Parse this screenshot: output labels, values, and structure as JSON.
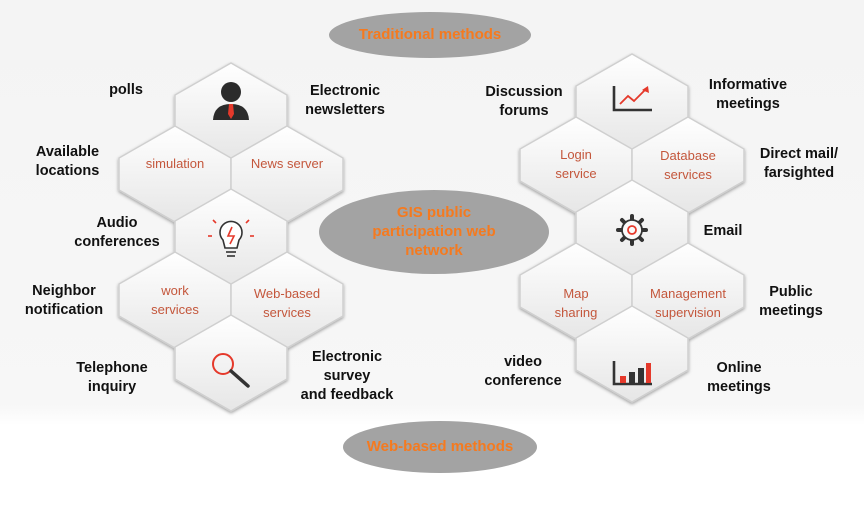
{
  "pills": {
    "top": "Traditional methods",
    "center": [
      "GIS public",
      "participation web",
      "network"
    ],
    "bottom": "Web-based methods"
  },
  "left": {
    "labels": {
      "polls": "polls",
      "electronic_newsletters": [
        "Electronic",
        "newsletters"
      ],
      "available_locations": [
        "Available",
        "locations"
      ],
      "audio_conferences": [
        "Audio",
        "conferences"
      ],
      "neighbor_notification": [
        "Neighbor",
        "notification"
      ],
      "telephone_inquiry": [
        "Telephone",
        "inquiry"
      ],
      "electronic_survey": [
        "Electronic",
        "survey",
        "and feedback"
      ]
    },
    "hex": {
      "simulation": "simulation",
      "news_server": "News server",
      "work_services": [
        "work",
        "services"
      ],
      "web_based_services": [
        "Web-based",
        "services"
      ]
    }
  },
  "right": {
    "labels": {
      "discussion_forums": [
        "Discussion",
        "forums"
      ],
      "informative_meetings": [
        "Informative",
        "meetings"
      ],
      "direct_mail": [
        "Direct mail/",
        "farsighted"
      ],
      "email": "Email",
      "public_meetings": [
        "Public",
        "meetings"
      ],
      "video_conference": [
        "video",
        "conference"
      ],
      "online_meetings": [
        "Online",
        "meetings"
      ]
    },
    "hex": {
      "login_service": [
        "Login",
        "service"
      ],
      "database_services": [
        "Database",
        "services"
      ],
      "map_sharing": [
        "Map",
        "sharing"
      ],
      "management_supervision": [
        "Management",
        "supervision"
      ]
    }
  },
  "icons": [
    "person-icon",
    "lightbulb-icon",
    "magnifier-icon",
    "trend-chart-icon",
    "gear-icon",
    "bar-chart-icon"
  ],
  "colors": {
    "accent_text": "#c4573c",
    "pill_text": "#f57a1f",
    "pill_bg": "#a3a3a3",
    "icon_red": "#e5392b"
  }
}
